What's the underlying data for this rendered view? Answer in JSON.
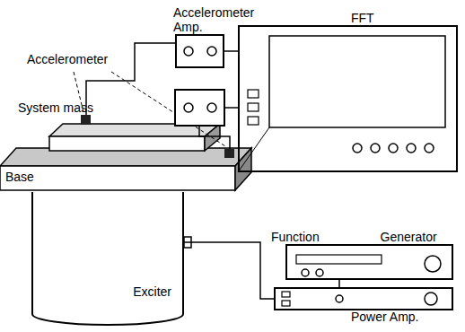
{
  "diagram": {
    "nodes": [
      {
        "text": [
          "Accelerometer Amp."
        ]
      },
      {
        "text": [
          "FFT"
        ]
      },
      {
        "text": [
          "Function Generator"
        ]
      },
      {
        "text": [
          "Exciter"
        ]
      },
      {
        "text": [
          "Power Amp."
        ]
      }
    ],
    "edges": [
      {
        "from": 0,
        "to": 1,
        "arrow": "none"
      },
      {
        "from": 2,
        "to": 4,
        "arrow": "none"
      },
      {
        "from": 4,
        "to": 3,
        "arrow": "none"
      }
    ],
    "labels": [
      "Accelerometer",
      "System mass",
      "Base"
    ]
  }
}
